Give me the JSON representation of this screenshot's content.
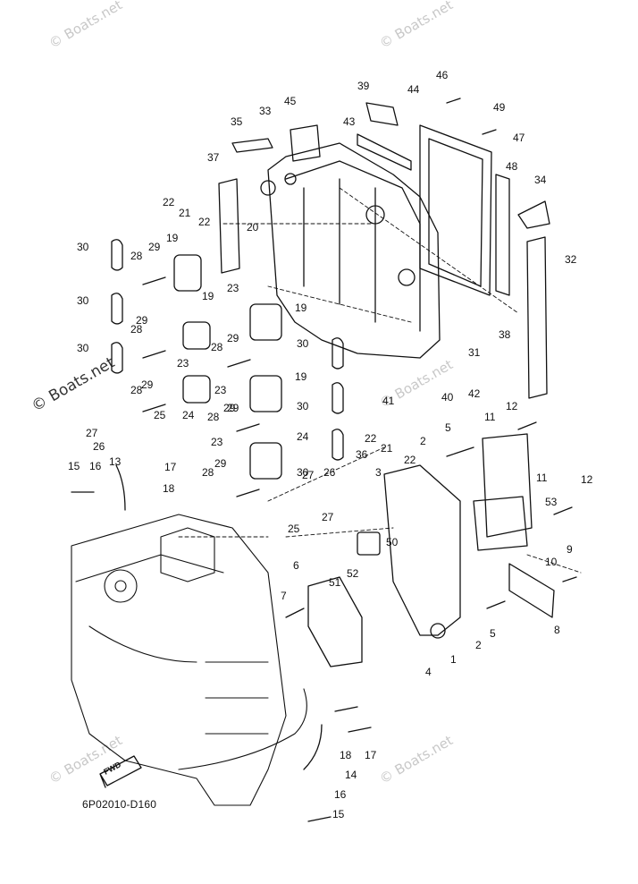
{
  "diagram_code": "6P02010-D160",
  "watermark": "© Boats.net",
  "fwd_label": "FWD",
  "callouts": [
    "1",
    "2",
    "3",
    "4",
    "5",
    "6",
    "7",
    "8",
    "9",
    "10",
    "11",
    "12",
    "13",
    "14",
    "15",
    "16",
    "17",
    "18",
    "19",
    "20",
    "21",
    "22",
    "23",
    "24",
    "25",
    "26",
    "27",
    "28",
    "29",
    "30",
    "31",
    "32",
    "33",
    "34",
    "35",
    "36",
    "37",
    "38",
    "39",
    "40",
    "41",
    "42",
    "43",
    "44",
    "45",
    "46",
    "47",
    "48",
    "49",
    "50",
    "51",
    "52",
    "53"
  ],
  "labels": [
    {
      "id": "46",
      "text": "46"
    },
    {
      "id": "44",
      "text": "44"
    },
    {
      "id": "39",
      "text": "39"
    },
    {
      "id": "45",
      "text": "45"
    },
    {
      "id": "35",
      "text": "35"
    },
    {
      "id": "33",
      "text": "33"
    },
    {
      "id": "43",
      "text": "43"
    },
    {
      "id": "49",
      "text": "49"
    },
    {
      "id": "47",
      "text": "47"
    },
    {
      "id": "48",
      "text": "48"
    },
    {
      "id": "34",
      "text": "34"
    },
    {
      "id": "37",
      "text": "37"
    },
    {
      "id": "22a",
      "text": "22"
    },
    {
      "id": "21a",
      "text": "21"
    },
    {
      "id": "22b",
      "text": "22"
    },
    {
      "id": "20",
      "text": "20"
    },
    {
      "id": "32",
      "text": "32"
    },
    {
      "id": "30a",
      "text": "30"
    },
    {
      "id": "29a",
      "text": "29"
    },
    {
      "id": "19a",
      "text": "19"
    },
    {
      "id": "28a",
      "text": "28"
    },
    {
      "id": "30b",
      "text": "30"
    },
    {
      "id": "19b",
      "text": "19"
    },
    {
      "id": "23a",
      "text": "23"
    },
    {
      "id": "19c",
      "text": "19"
    },
    {
      "id": "29b",
      "text": "29"
    },
    {
      "id": "28b",
      "text": "28"
    },
    {
      "id": "30c",
      "text": "30"
    },
    {
      "id": "29c",
      "text": "29"
    },
    {
      "id": "28c",
      "text": "28"
    },
    {
      "id": "38",
      "text": "38"
    },
    {
      "id": "31",
      "text": "31"
    },
    {
      "id": "30d",
      "text": "30"
    },
    {
      "id": "23b",
      "text": "23"
    },
    {
      "id": "29d",
      "text": "29"
    },
    {
      "id": "41",
      "text": "41"
    },
    {
      "id": "40",
      "text": "40"
    },
    {
      "id": "42",
      "text": "42"
    },
    {
      "id": "28d",
      "text": "28"
    },
    {
      "id": "29e",
      "text": "29"
    },
    {
      "id": "23c",
      "text": "23"
    },
    {
      "id": "19d",
      "text": "19"
    },
    {
      "id": "25a",
      "text": "25"
    },
    {
      "id": "24a",
      "text": "24"
    },
    {
      "id": "30e",
      "text": "30"
    },
    {
      "id": "27a",
      "text": "27"
    },
    {
      "id": "26a",
      "text": "26"
    },
    {
      "id": "28e",
      "text": "28"
    },
    {
      "id": "29f",
      "text": "29"
    },
    {
      "id": "11a",
      "text": "11"
    },
    {
      "id": "12a",
      "text": "12"
    },
    {
      "id": "22c",
      "text": "22"
    },
    {
      "id": "21b",
      "text": "21"
    },
    {
      "id": "22d",
      "text": "22"
    },
    {
      "id": "5a",
      "text": "5"
    },
    {
      "id": "2a",
      "text": "2"
    },
    {
      "id": "30f",
      "text": "30"
    },
    {
      "id": "23d",
      "text": "23"
    },
    {
      "id": "24b",
      "text": "24"
    },
    {
      "id": "36",
      "text": "36"
    },
    {
      "id": "15a",
      "text": "15"
    },
    {
      "id": "16a",
      "text": "16"
    },
    {
      "id": "13",
      "text": "13"
    },
    {
      "id": "17a",
      "text": "17"
    },
    {
      "id": "18a",
      "text": "18"
    },
    {
      "id": "28f",
      "text": "28"
    },
    {
      "id": "29g",
      "text": "29"
    },
    {
      "id": "27b",
      "text": "27"
    },
    {
      "id": "26b",
      "text": "26"
    },
    {
      "id": "3",
      "text": "3"
    },
    {
      "id": "27c",
      "text": "27"
    },
    {
      "id": "25b",
      "text": "25"
    },
    {
      "id": "11b",
      "text": "11"
    },
    {
      "id": "12b",
      "text": "12"
    },
    {
      "id": "53",
      "text": "53"
    },
    {
      "id": "50",
      "text": "50"
    },
    {
      "id": "52",
      "text": "52"
    },
    {
      "id": "51",
      "text": "51"
    },
    {
      "id": "6",
      "text": "6"
    },
    {
      "id": "7",
      "text": "7"
    },
    {
      "id": "9",
      "text": "9"
    },
    {
      "id": "10",
      "text": "10"
    },
    {
      "id": "8",
      "text": "8"
    },
    {
      "id": "5b",
      "text": "5"
    },
    {
      "id": "2b",
      "text": "2"
    },
    {
      "id": "1",
      "text": "1"
    },
    {
      "id": "4",
      "text": "4"
    },
    {
      "id": "18b",
      "text": "18"
    },
    {
      "id": "17b",
      "text": "17"
    },
    {
      "id": "14",
      "text": "14"
    },
    {
      "id": "16b",
      "text": "16"
    },
    {
      "id": "15b",
      "text": "15"
    }
  ]
}
